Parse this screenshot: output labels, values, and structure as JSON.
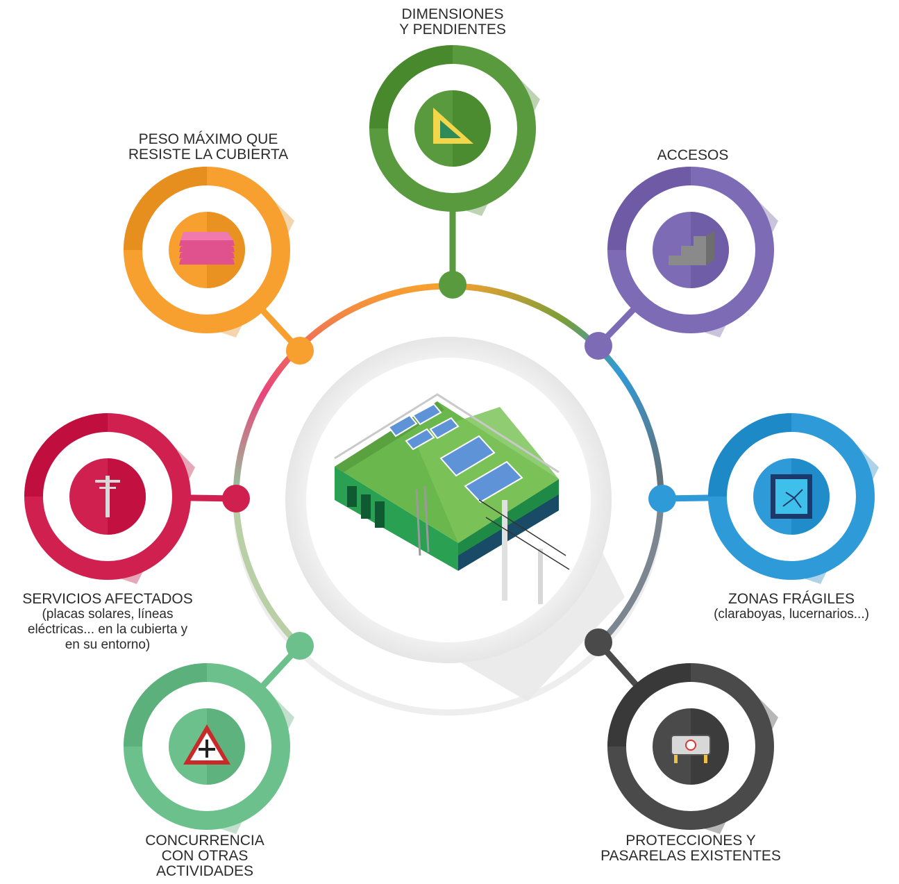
{
  "nodes": [
    {
      "id": "dimensiones",
      "color": "#5a9a3f",
      "icon": "set-square-icon",
      "title": [
        "DIMENSIONES",
        "Y PENDIENTES"
      ],
      "subtitle": []
    },
    {
      "id": "peso",
      "color": "#f7a030",
      "icon": "roof-tiles-icon",
      "title": [
        "PESO MÁXIMO QUE",
        "RESISTE LA CUBIERTA"
      ],
      "subtitle": []
    },
    {
      "id": "accesos",
      "color": "#7e6bb5",
      "icon": "stairs-icon",
      "title": [
        "ACCESOS"
      ],
      "subtitle": []
    },
    {
      "id": "servicios",
      "color": "#d0204f",
      "icon": "power-pole-icon",
      "title": [
        "SERVICIOS AFECTADOS"
      ],
      "subtitle": [
        "(placas solares, líneas",
        "eléctricas... en la cubierta y",
        "en su entorno)"
      ]
    },
    {
      "id": "zonas",
      "color": "#2f9ad8",
      "icon": "broken-skylight-icon",
      "title": [
        "ZONAS FRÁGILES"
      ],
      "subtitle": [
        "(claraboyas, lucernarios...)"
      ]
    },
    {
      "id": "concurrencia",
      "color": "#6cc08c",
      "icon": "crossroad-sign-icon",
      "title": [
        "CONCURRENCIA",
        "CON OTRAS",
        "ACTIVIDADES"
      ],
      "subtitle": []
    },
    {
      "id": "protecciones",
      "color": "#4a4a4a",
      "icon": "barrier-icon",
      "title": [
        "PROTECCIONES Y",
        "PASARELAS EXISTENTES"
      ],
      "subtitle": []
    }
  ],
  "center": {
    "icon": "green-roof-building-icon"
  }
}
